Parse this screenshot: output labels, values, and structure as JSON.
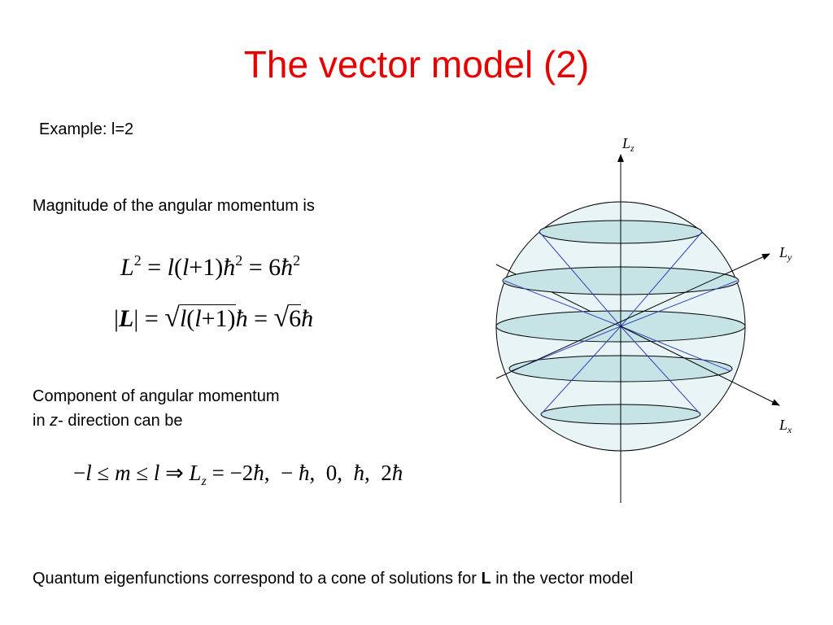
{
  "title": "The vector model (2)",
  "example": "Example: l=2",
  "magnitude_text": "Magnitude of the angular momentum is",
  "component_line1": "Component of angular momentum",
  "component_line2_prefix": "in ",
  "component_line2_var": "z",
  "component_line2_suffix": "- direction can be",
  "eq1": {
    "lhs": "L",
    "exp": "2",
    "mid": "= l(l+1)ħ",
    "exp2": "2",
    "rhs": "= 6ħ",
    "exp3": "2"
  },
  "eq2": {
    "lhs": "|L|",
    "mid": "= √l(l+1)ħ",
    "rhs": "= √6ħ"
  },
  "eq3": {
    "text": "−l ≤ m ≤ l ⇒ L",
    "sub": "z",
    "rhs": "= −2ħ,  − ħ,  0,  ħ,  2ħ"
  },
  "conclusion_prefix": "Quantum eigenfunctions correspond to a cone of solutions for ",
  "conclusion_bold": "L",
  "conclusion_suffix": " in the vector model",
  "axes": {
    "z": "L",
    "z_sub": "z",
    "y": "L",
    "y_sub": "y",
    "x": "L",
    "x_sub": "x"
  },
  "colors": {
    "title": "#e60000",
    "sphere_fill": "#e8f4f6",
    "ellipse_fill": "#c6e4e6",
    "cone_lines": "#3344bb"
  }
}
